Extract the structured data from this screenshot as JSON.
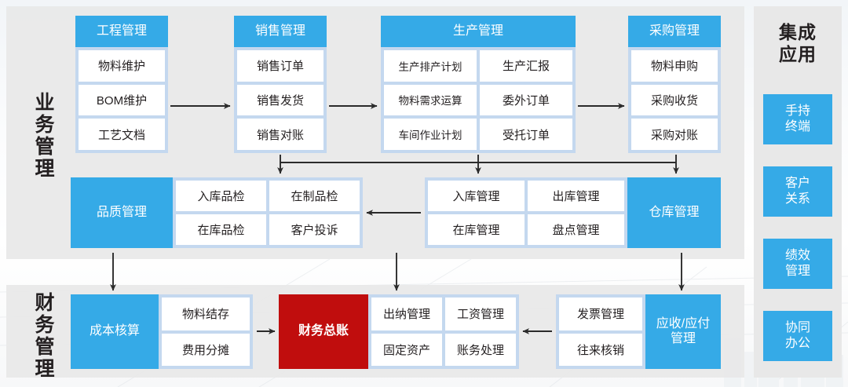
{
  "diagram": {
    "sections": [
      {
        "id": "business",
        "label": "业务管理"
      },
      {
        "id": "finance",
        "label": "财务管理"
      }
    ],
    "business_row1": [
      {
        "id": "engineering",
        "head": "工程管理",
        "columns": 1,
        "tiles": [
          "物料维护",
          "BOM维护",
          "工艺文档"
        ]
      },
      {
        "id": "sales",
        "head": "销售管理",
        "columns": 1,
        "tiles": [
          "销售订单",
          "销售发货",
          "销售对账"
        ]
      },
      {
        "id": "production",
        "head": "生产管理",
        "columns": 2,
        "tiles": [
          "生产排产计划",
          "生产汇报",
          "物料需求运算",
          "委外订单",
          "车间作业计划",
          "受托订单"
        ]
      },
      {
        "id": "purchasing",
        "head": "采购管理",
        "columns": 1,
        "tiles": [
          "物料申购",
          "采购收货",
          "采购对账"
        ]
      }
    ],
    "business_row2": [
      {
        "id": "quality",
        "head": "品质管理",
        "head_position": "left",
        "columns": 2,
        "tiles": [
          "入库品检",
          "在制品检",
          "在库品检",
          "客户投诉"
        ]
      },
      {
        "id": "warehouse",
        "head": "仓库管理",
        "head_position": "right",
        "columns": 2,
        "tiles": [
          "入库管理",
          "出库管理",
          "在库管理",
          "盘点管理"
        ]
      }
    ],
    "finance_row": [
      {
        "id": "cost-accounting",
        "head": "成本核算",
        "head_position": "left",
        "head_color": "blue",
        "columns": 1,
        "tiles": [
          "物料结存",
          "费用分摊"
        ]
      },
      {
        "id": "general-ledger",
        "head": "财务总账",
        "head_position": "left",
        "head_color": "red",
        "columns": 2,
        "tiles": [
          "出纳管理",
          "工资管理",
          "固定资产",
          "账务处理"
        ]
      },
      {
        "id": "receivable-payable",
        "head": "应收/应付\n管理",
        "head_position": "right",
        "head_color": "blue",
        "columns": 1,
        "tiles": [
          "发票管理",
          "往来核销"
        ]
      }
    ],
    "sidebar": {
      "title": "集成\n应用",
      "items": [
        "手持\n终端",
        "客户\n关系",
        "绩效\n管理",
        "协同\n办公"
      ]
    },
    "colors": {
      "head_blue": "#35aae7",
      "head_red": "#c00d0d",
      "group_band": "#c4d8ef",
      "panel_bg": "#e8e8e8",
      "tile_bg": "#ffffff",
      "text_dark": "#231f20",
      "arrow": "#2b2b2b"
    }
  }
}
